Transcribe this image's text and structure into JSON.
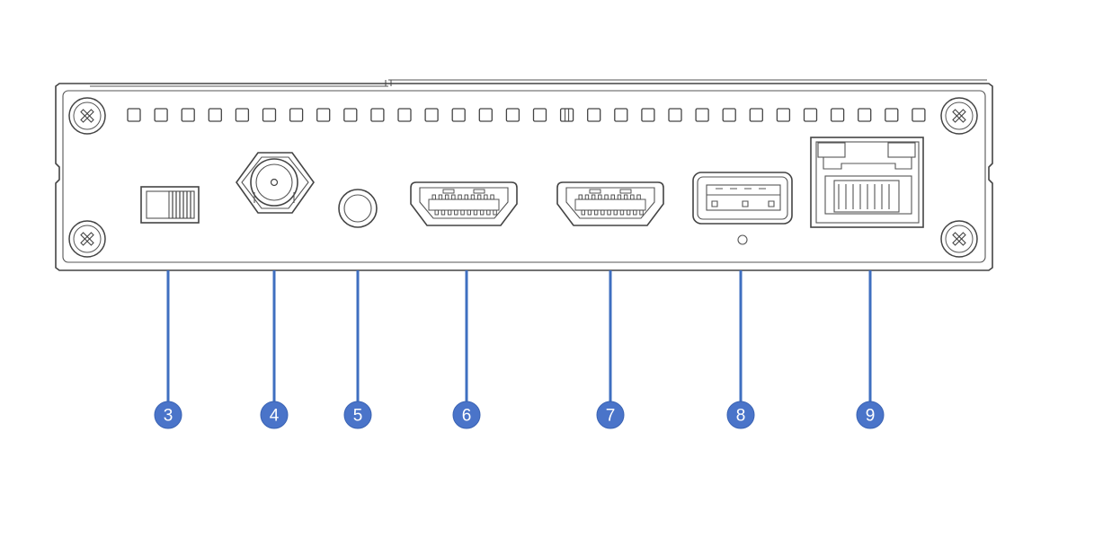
{
  "colors": {
    "callout_fill": "#4a74c9",
    "callout_text": "#ffffff",
    "leader_line": "#3f6fc0",
    "outline": "#444444"
  },
  "panel": {
    "vent_count": 30,
    "screw_icon": "cross-screw-icon"
  },
  "ports": [
    {
      "id": "switch",
      "icon": "slide-switch-icon"
    },
    {
      "id": "antenna",
      "icon": "sma-antenna-connector-icon"
    },
    {
      "id": "audio",
      "icon": "audio-jack-icon"
    },
    {
      "id": "hdmi-1",
      "icon": "hdmi-port-icon"
    },
    {
      "id": "hdmi-2",
      "icon": "hdmi-port-icon"
    },
    {
      "id": "usb",
      "icon": "usb-port-icon"
    },
    {
      "id": "ethernet",
      "icon": "rj45-port-icon"
    }
  ],
  "callouts": [
    {
      "number": "3",
      "target": "switch"
    },
    {
      "number": "4",
      "target": "antenna"
    },
    {
      "number": "5",
      "target": "audio"
    },
    {
      "number": "6",
      "target": "hdmi-1"
    },
    {
      "number": "7",
      "target": "hdmi-2"
    },
    {
      "number": "8",
      "target": "usb"
    },
    {
      "number": "9",
      "target": "ethernet"
    }
  ]
}
